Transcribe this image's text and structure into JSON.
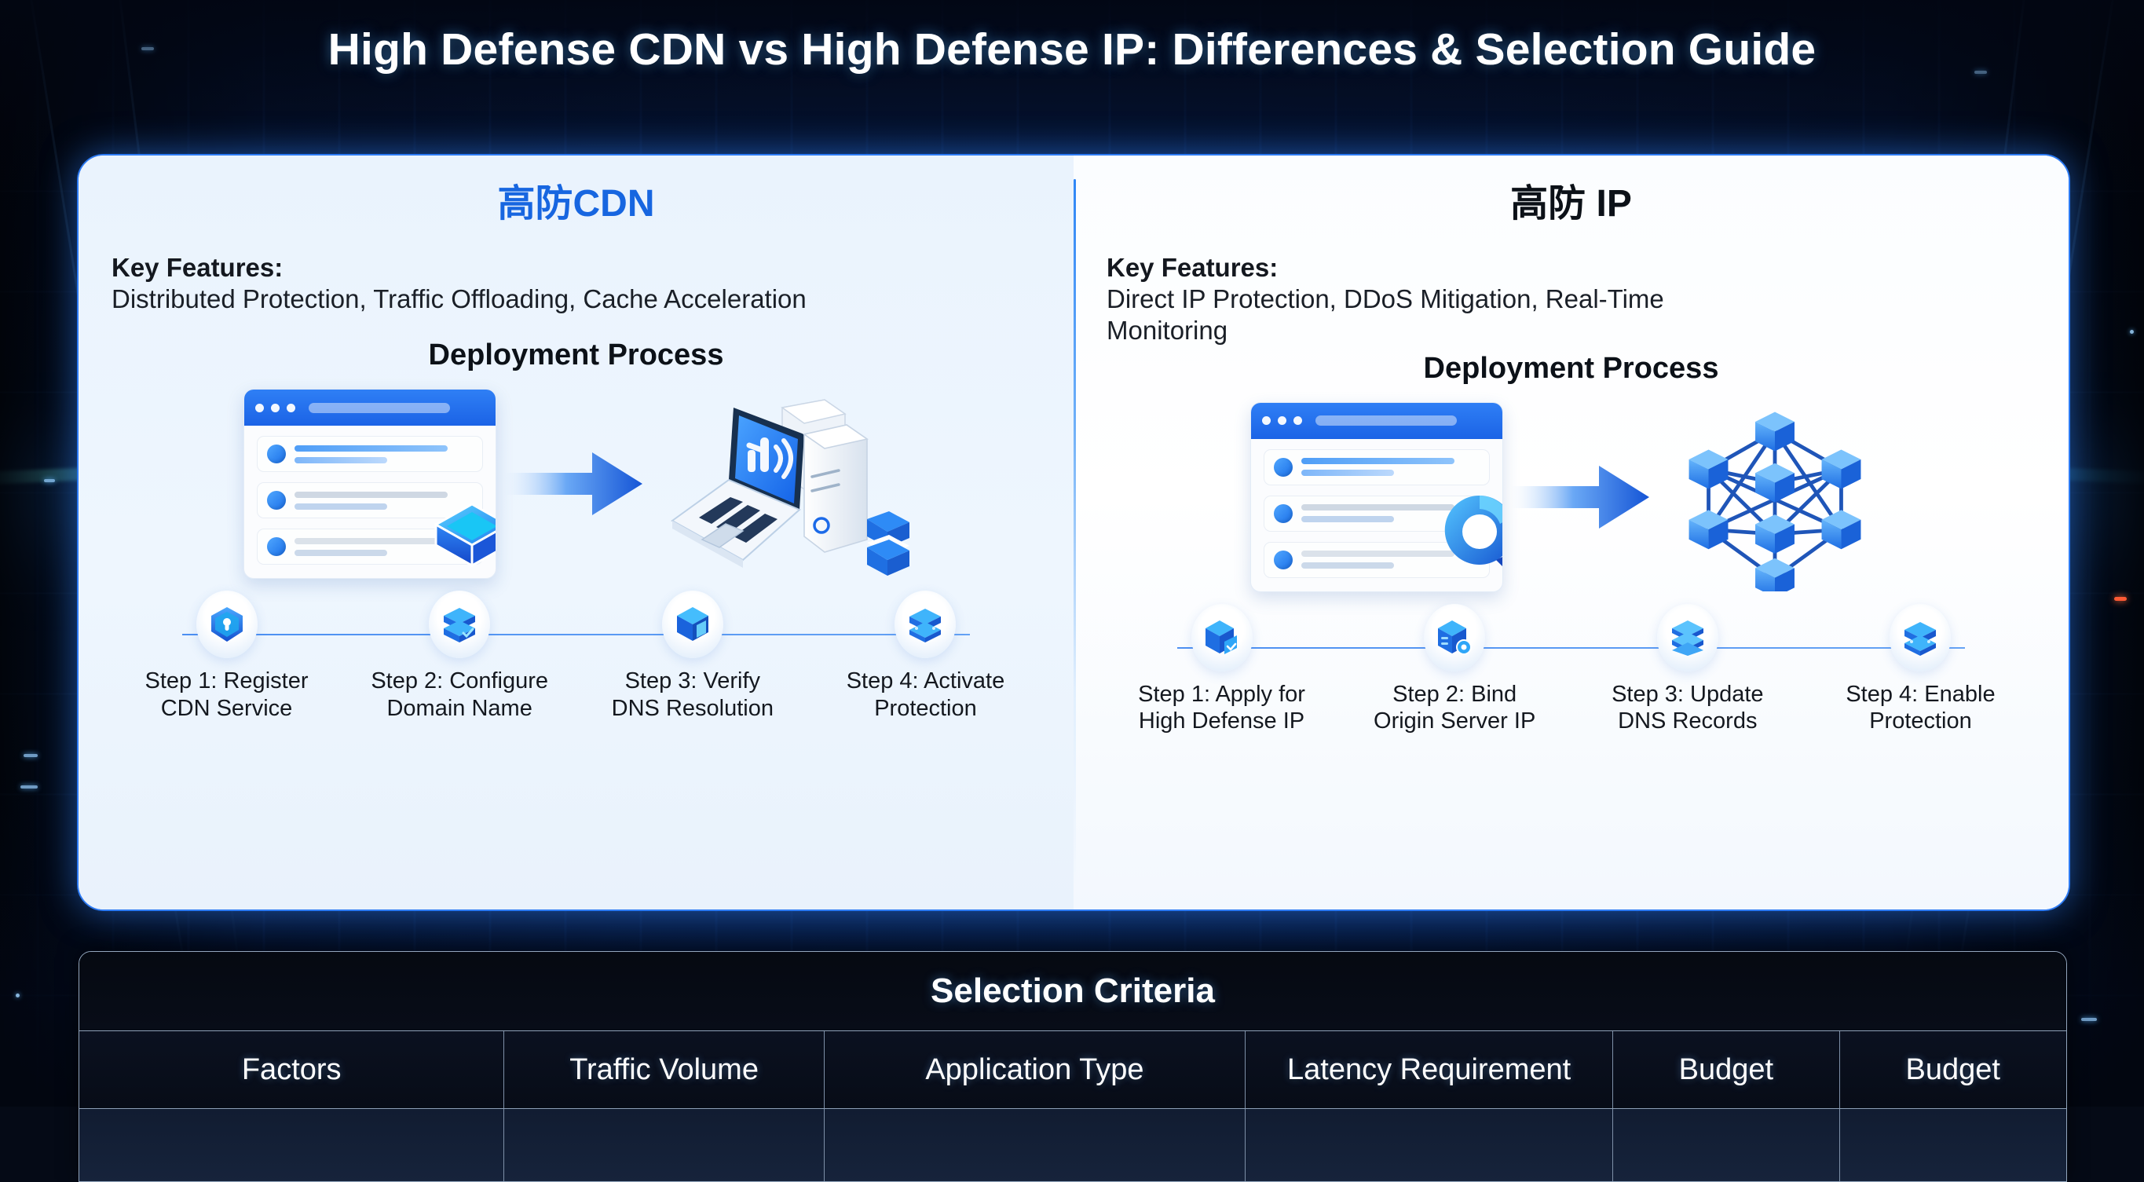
{
  "title": "High Defense CDN vs High Defense IP: Differences & Selection Guide",
  "panels": [
    {
      "name": "cdn",
      "heading": "高防CDN",
      "key_features_label": "Key Features:",
      "key_features_text": "Distributed Protection, Traffic Offloading, Cache Acceleration",
      "deployment_title": "Deployment Process",
      "illustration": {
        "left": "browser-window-with-cube-icon",
        "arrow": "right-arrow-icon",
        "right": "laptop-and-server-tower-icon"
      },
      "steps": [
        {
          "icon": "shield-icon",
          "label": "Step 1: Register\nCDN Service"
        },
        {
          "icon": "server-stack-icon",
          "label": "Step 2: Configure\nDomain Name"
        },
        {
          "icon": "cube-dns-icon",
          "label": "Step 3: Verify\nDNS Resolution"
        },
        {
          "icon": "database-icon",
          "label": "Step 4: Activate\nProtection"
        }
      ]
    },
    {
      "name": "ip",
      "heading": "高防 IP",
      "key_features_label": "Key Features:",
      "key_features_text": "Direct IP Protection, DDoS Mitigation, Real-Time Monitoring",
      "deployment_title": "Deployment Process",
      "illustration": {
        "left": "browser-window-with-swirl-icon",
        "arrow": "right-arrow-icon",
        "right": "node-network-cubes-icon"
      },
      "steps": [
        {
          "icon": "server-check-icon",
          "label": "Step 1: Apply for\nHigh Defense IP"
        },
        {
          "icon": "server-bind-icon",
          "label": "Step 2: Bind\nOrigin Server IP"
        },
        {
          "icon": "layers-icon",
          "label": "Step 3: Update\nDNS Records"
        },
        {
          "icon": "database-icon",
          "label": "Step 4: Enable\nProtection"
        }
      ]
    }
  ],
  "table": {
    "title": "Selection Criteria",
    "columns": [
      "Factors",
      "Traffic Volume",
      "Application Type",
      "Latency Requirement",
      "Budget",
      "Budget"
    ],
    "rows": [
      [
        "",
        "",
        "",
        "",
        "",
        ""
      ]
    ]
  },
  "colors": {
    "accent_blue": "#1766e0",
    "card_border": "#2d7bf4",
    "title_text": "#ffffff",
    "background_deep": "#050a16"
  }
}
